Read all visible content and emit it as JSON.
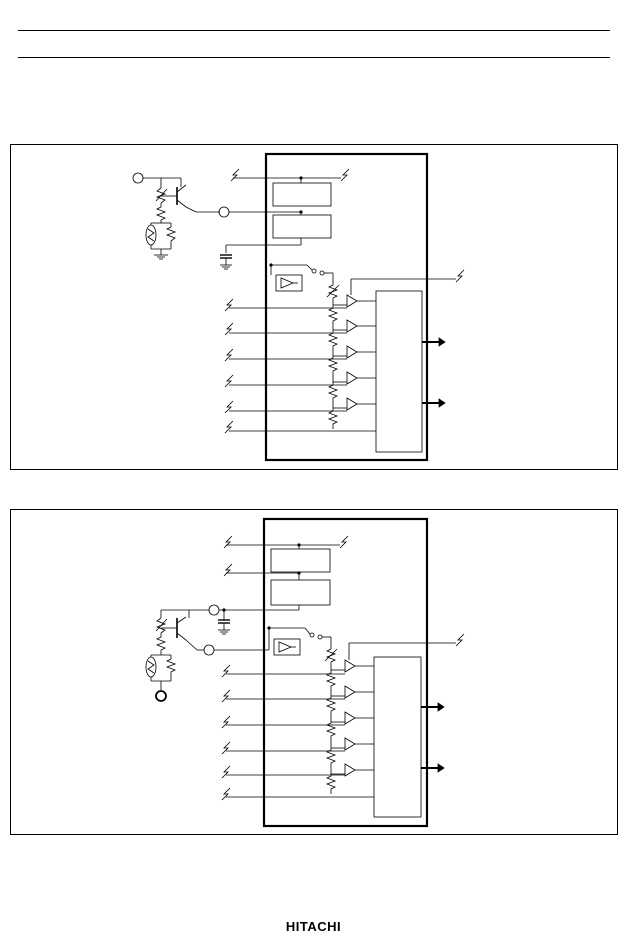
{
  "page": {
    "footer_logo": "HITACHI"
  },
  "figures": [
    {
      "id": "circuit-1",
      "comparator_stages": 5,
      "output_arrows": 2,
      "sensor_position": "top"
    },
    {
      "id": "circuit-2",
      "comparator_stages": 5,
      "output_arrows": 2,
      "sensor_position": "bottom"
    }
  ]
}
